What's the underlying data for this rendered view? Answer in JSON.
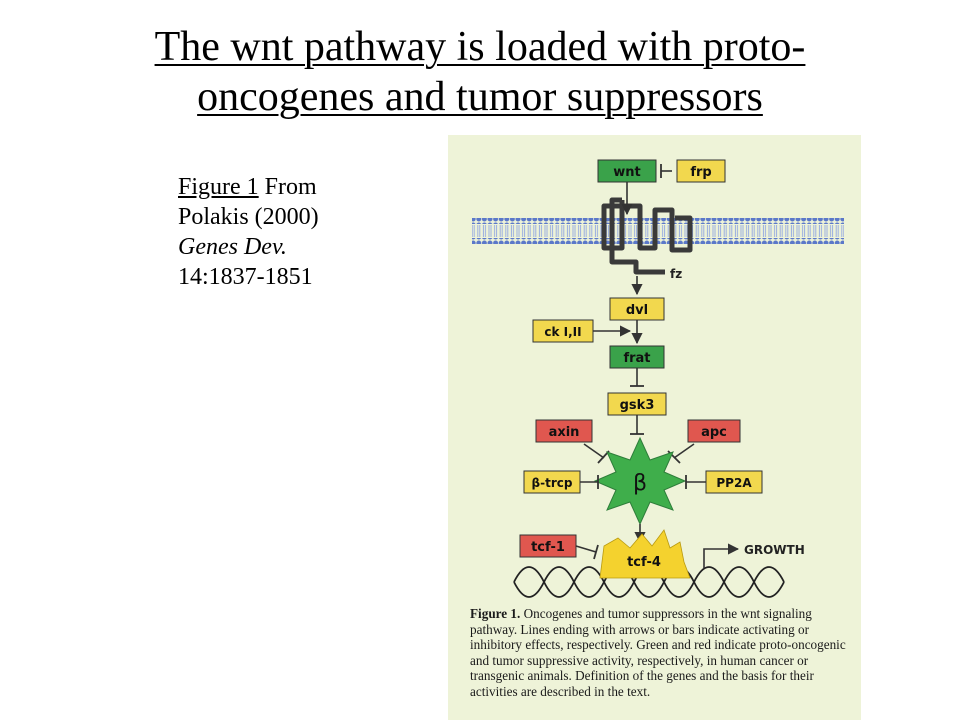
{
  "slide": {
    "title_line1": "The wnt pathway is loaded with proto-",
    "title_line2": "oncogenes and tumor suppressors"
  },
  "citation": {
    "figure_ref": "Figure 1",
    "from": " From",
    "author_year": "Polakis (2000)",
    "journal": "Genes Dev.",
    "volume_pages": "14:1837-1851"
  },
  "diagram": {
    "nodes": {
      "wnt": "wnt",
      "frp": "frp",
      "fz": "fz",
      "dvl": "dvl",
      "ck": "ck I,II",
      "frat": "frat",
      "gsk3": "gsk3",
      "axin": "axin",
      "apc": "apc",
      "beta": "β",
      "btrcp": "β-trcp",
      "pp2a": "PP2A",
      "tcf1": "tcf-1",
      "tcf4": "tcf-4",
      "growth": "GROWTH"
    },
    "colors": {
      "proto_oncogenic": "#3aa24a",
      "tumor_suppressive": "#e0574f",
      "neutral": "#f2d84e",
      "membrane": "#5b78c9",
      "beta_catenin": "#3fae4b",
      "tcf4": "#f4d22e"
    }
  },
  "caption": {
    "label": "Figure 1.",
    "text": " Oncogenes and tumor suppressors in the wnt signaling pathway. Lines ending with arrows or bars indicate activating or inhibitory effects, respectively. Green and red indicate proto-oncogenic and tumor suppressive activity, respectively, in human cancer or transgenic animals. Definition of the genes and the basis for their activities are described in the text."
  }
}
